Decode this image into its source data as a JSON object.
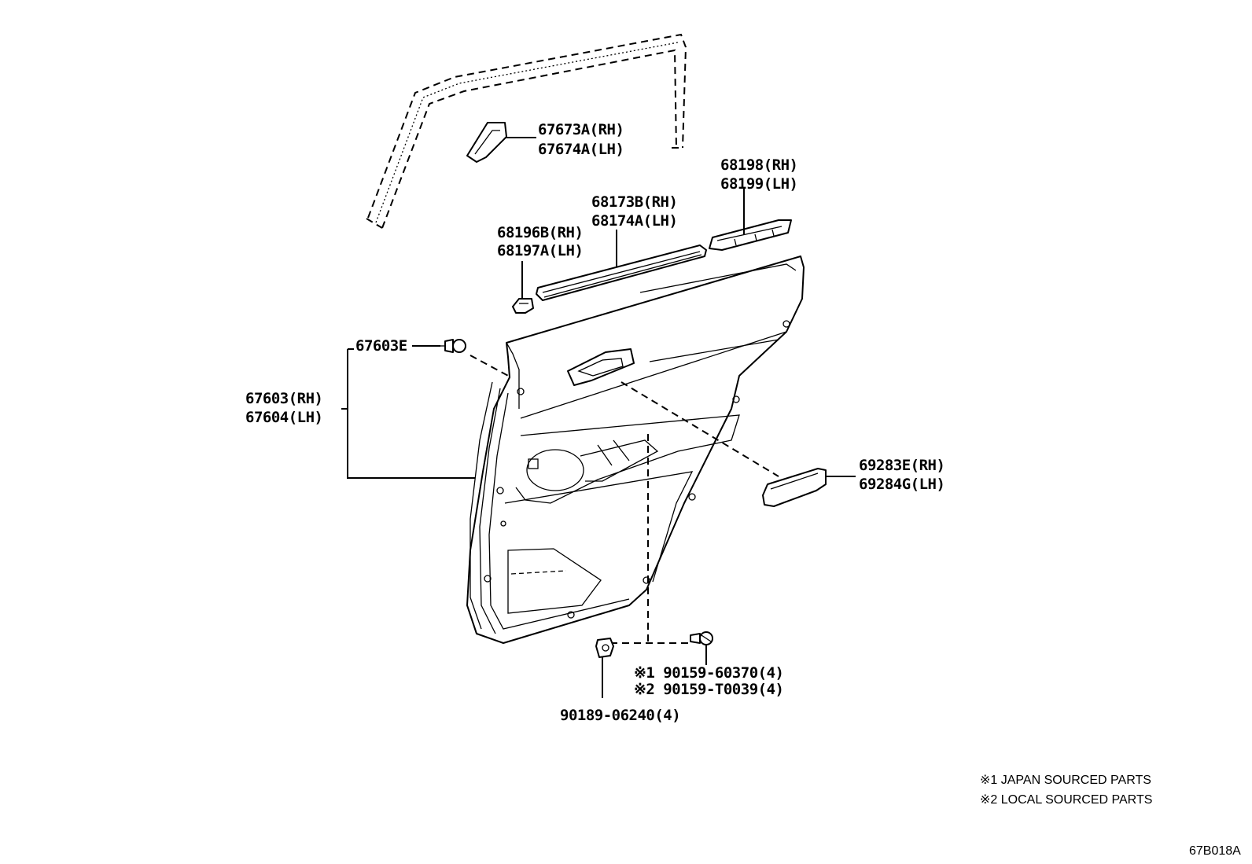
{
  "callouts": {
    "glass_channel_rh": "67673A(RH)",
    "glass_channel_lh": "67674A(LH)",
    "weatherstrip_rear_rh": "68198(RH)",
    "weatherstrip_rear_lh": "68199(LH)",
    "belt_moulding_rh": "68173B(RH)",
    "belt_moulding_lh": "68174A(LH)",
    "belt_clip_rh": "68196B(RH)",
    "belt_clip_lh": "68197A(LH)",
    "clip": "67603E",
    "trim_board_rh": "67603(RH)",
    "trim_board_lh": "67604(LH)",
    "armrest_rh": "69283E(RH)",
    "armrest_lh": "69284G(LH)",
    "screw_japan": "※1 90159-60370(4)",
    "screw_local": "※2 90159-T0039(4)",
    "nut": "90189-06240(4)"
  },
  "legend": {
    "note1": "※1  JAPAN SOURCED PARTS",
    "note2": "※2  LOCAL SOURCED PARTS"
  },
  "diagram_code": "67B018A"
}
